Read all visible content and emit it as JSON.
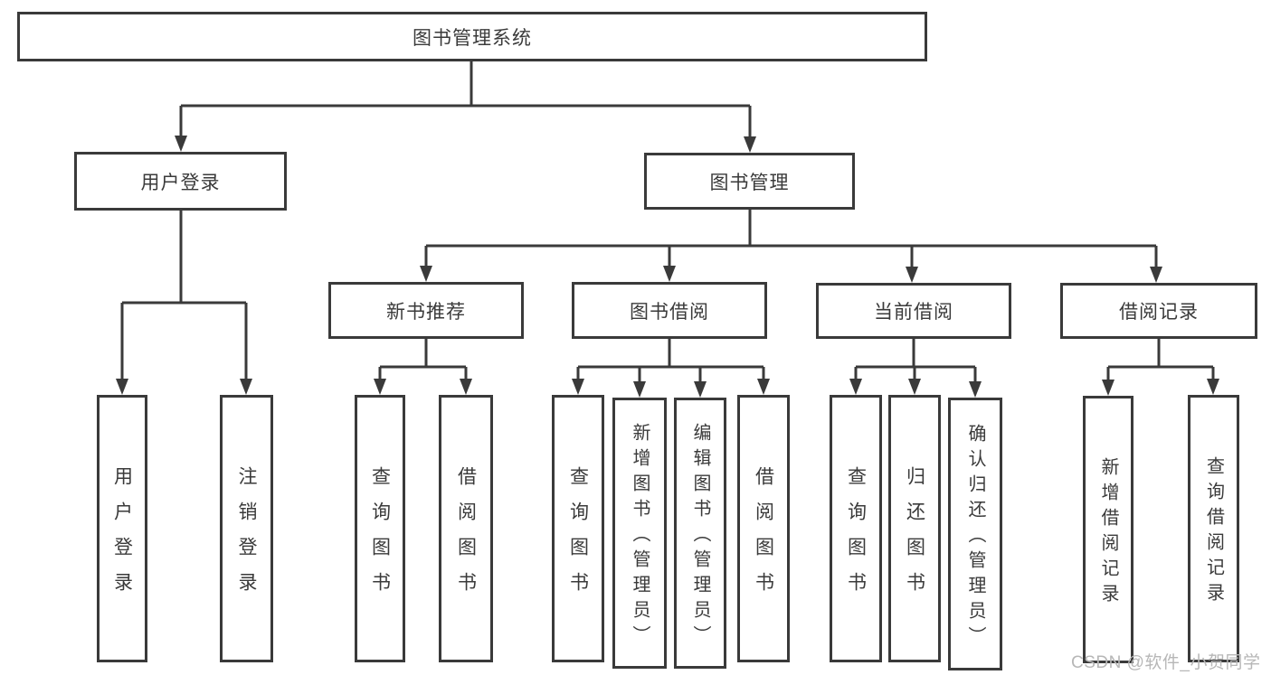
{
  "diagram_title": "图书管理系统",
  "colors": {
    "line": "#3a3a3a",
    "box_border": "#3a3a3a",
    "text": "#3a3a3a",
    "background": "#ffffff",
    "watermark": "#b7b7b7"
  },
  "tree": {
    "label": "图书管理系统",
    "children": [
      {
        "label": "用户登录",
        "children": [
          {
            "label": "用户登录"
          },
          {
            "label": "注销登录"
          }
        ]
      },
      {
        "label": "图书管理",
        "children": [
          {
            "label": "新书推荐",
            "children": [
              {
                "label": "查询图书"
              },
              {
                "label": "借阅图书"
              }
            ]
          },
          {
            "label": "图书借阅",
            "children": [
              {
                "label": "查询图书"
              },
              {
                "label": "新增图书（管理员）"
              },
              {
                "label": "编辑图书（管理员）"
              },
              {
                "label": "借阅图书"
              }
            ]
          },
          {
            "label": "当前借阅",
            "children": [
              {
                "label": "查询图书"
              },
              {
                "label": "归还图书"
              },
              {
                "label": "确认归还（管理员）"
              }
            ]
          },
          {
            "label": "借阅记录",
            "children": [
              {
                "label": "新增借阅记录"
              },
              {
                "label": "查询借阅记录"
              }
            ]
          }
        ]
      }
    ]
  },
  "watermark": {
    "text": "CSDN @软件_小贺同学"
  }
}
